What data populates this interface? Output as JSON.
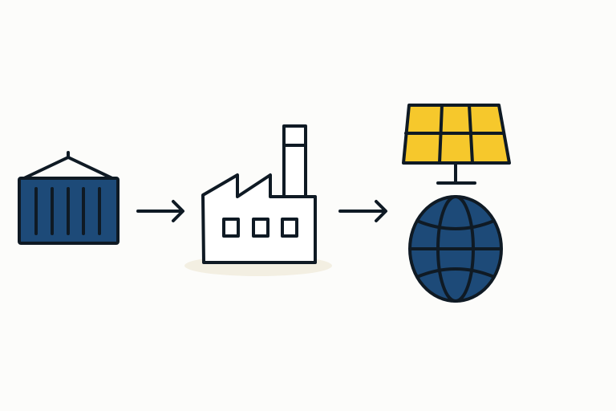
{
  "diagram": {
    "flow": [
      "shipping-container",
      "factory",
      "solar-panel-and-globe"
    ],
    "colors": {
      "outline": "#0f1a24",
      "navy": "#1d4a78",
      "yellow": "#f6c82c",
      "background": "#fcfcfa",
      "shadow": "#f3efe2"
    }
  }
}
